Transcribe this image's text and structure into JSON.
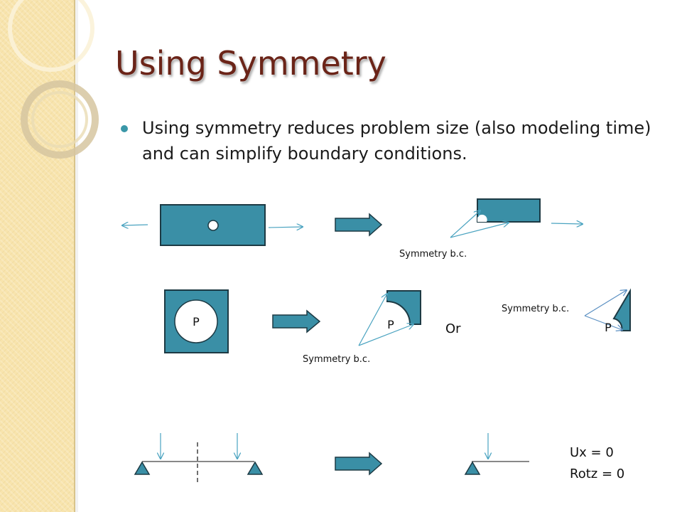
{
  "title": "Using Symmetry",
  "bullet": "Using symmetry reduces problem size (also modeling time) and can simplify boundary conditions.",
  "labels": {
    "sym_bc": "Symmetry b.c.",
    "p": "P",
    "or": "Or",
    "ux": "Ux = 0",
    "rotz": "Rotz = 0"
  },
  "colors": {
    "shape_fill": "#3a8fa6",
    "shape_stroke": "#1d3a44",
    "arrow_line": "#4aa3c0",
    "title": "#6b2418",
    "side_band": "#f8e4ad"
  },
  "icons": {
    "big_arrow": "right-block-arrow-icon",
    "support": "triangle-support-icon"
  }
}
